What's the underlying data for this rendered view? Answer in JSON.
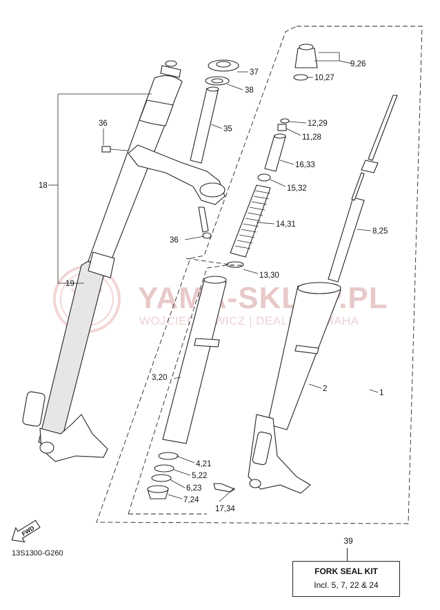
{
  "watermark": {
    "title": "YAMA-SKLEP.PL",
    "subtitle": "WOJCIECHOWICZ | DEALER YAMAHA"
  },
  "diagram_code": "13S1300-G260",
  "fwd_label": "FWD",
  "callouts": {
    "c1": "1",
    "c2": "2",
    "c3_20": "3,20",
    "c4_21": "4,21",
    "c5_22": "5,22",
    "c6_23": "6,23",
    "c7_24": "7,24",
    "c8_25": "8,25",
    "c9_26": "9,26",
    "c10_27": "10,27",
    "c11_28": "11,28",
    "c12_29": "12,29",
    "c13_30": "13,30",
    "c14_31": "14,31",
    "c15_32": "15,32",
    "c16_33": "16,33",
    "c17_34": "17,34",
    "c18": "18",
    "c19": "19",
    "c35": "35",
    "c36a": "36",
    "c36b": "36",
    "c37": "37",
    "c38": "38"
  },
  "kit": {
    "number": "39",
    "title": "FORK SEAL KIT",
    "description": "Incl. 5, 7, 22 & 24"
  }
}
